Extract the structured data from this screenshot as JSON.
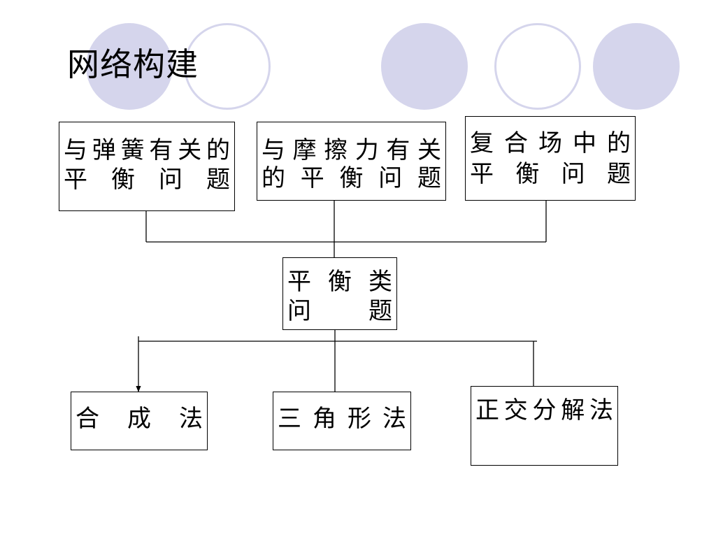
{
  "title": "网络构建",
  "colors": {
    "decoration_fill": "#d5d5ec",
    "line": "#000000"
  },
  "top_nodes": [
    {
      "id": "spring",
      "lines": [
        [
          "与",
          "弹",
          "簧",
          "有",
          "关",
          "的"
        ],
        [
          "平",
          "衡",
          "问",
          "题"
        ]
      ]
    },
    {
      "id": "friction",
      "lines": [
        [
          "与",
          "摩",
          "擦",
          "力",
          "有",
          "关"
        ],
        [
          "的",
          "平",
          "衡",
          "问",
          "题"
        ]
      ]
    },
    {
      "id": "compound-field",
      "lines": [
        [
          "复",
          "合",
          "场",
          "中",
          "的"
        ],
        [
          "平",
          "衡",
          "问",
          "题"
        ]
      ]
    }
  ],
  "center_node": {
    "id": "equilibrium",
    "lines": [
      [
        "平",
        "衡",
        "类"
      ],
      [
        "问",
        "题"
      ]
    ]
  },
  "bottom_nodes": [
    {
      "id": "composition",
      "lines": [
        [
          "合",
          "成",
          "法"
        ]
      ]
    },
    {
      "id": "triangle",
      "lines": [
        [
          "三",
          "角",
          "形",
          "法"
        ]
      ]
    },
    {
      "id": "orthogonal",
      "lines": [
        [
          "正",
          "交",
          "分",
          "解",
          "法"
        ]
      ]
    }
  ]
}
